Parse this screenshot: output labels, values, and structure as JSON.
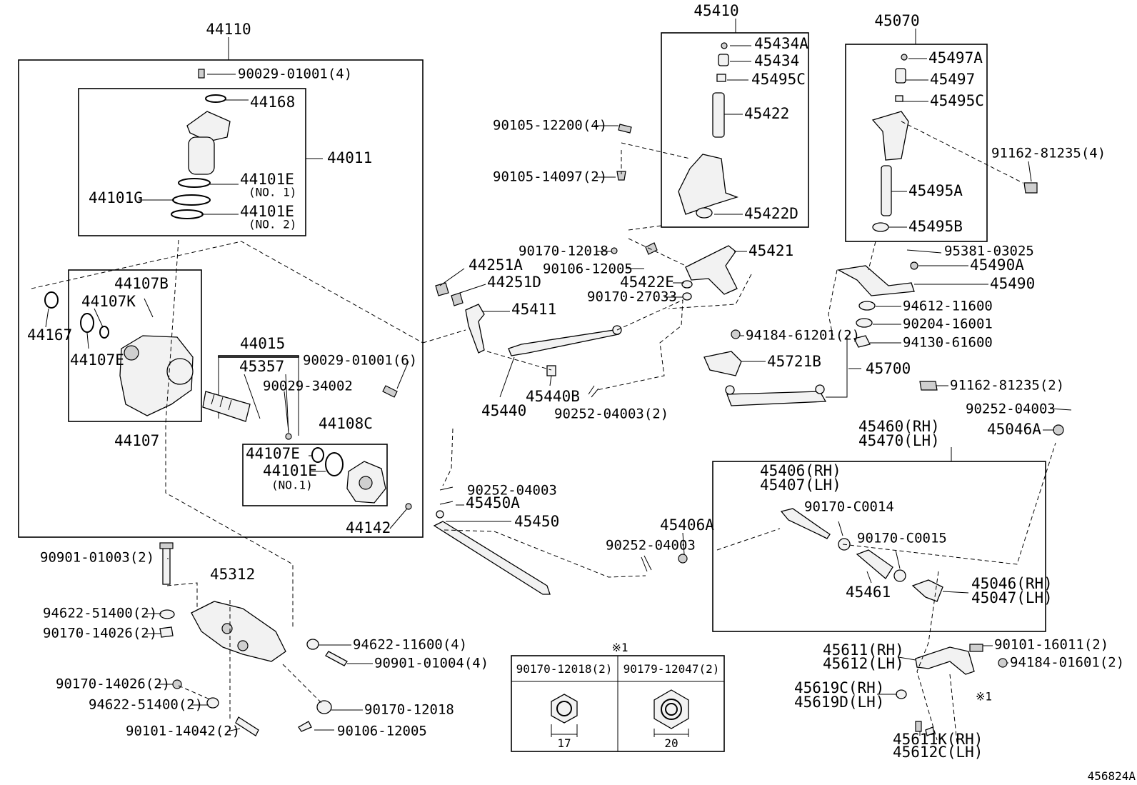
{
  "diagram": {
    "footer_code": "456824A",
    "labels": [
      {
        "t": "44110",
        "p": [
          320,
          42
        ],
        "s": "big"
      },
      {
        "t": "90029-01001(4)",
        "p": [
          333,
          104
        ]
      },
      {
        "t": "44168",
        "p": [
          350,
          144
        ],
        "s": "big"
      },
      {
        "t": "44011",
        "p": [
          458,
          222
        ],
        "s": "big"
      },
      {
        "t": "44101E",
        "p": [
          336,
          252
        ],
        "s": "big"
      },
      {
        "t": "(NO. 1)",
        "p": [
          348,
          270
        ],
        "s": "sm"
      },
      {
        "t": "44101G",
        "p": [
          124,
          278
        ],
        "s": "big"
      },
      {
        "t": "44101E",
        "p": [
          336,
          297
        ],
        "s": "big"
      },
      {
        "t": "(NO. 2)",
        "p": [
          348,
          315
        ],
        "s": "sm"
      },
      {
        "t": "44107B",
        "p": [
          160,
          398
        ],
        "s": "big"
      },
      {
        "t": "44107K",
        "p": [
          114,
          423
        ],
        "s": "big"
      },
      {
        "t": "44167",
        "p": [
          38,
          470
        ],
        "s": "big"
      },
      {
        "t": "44107E",
        "p": [
          98,
          505
        ],
        "s": "big"
      },
      {
        "t": "44107",
        "p": [
          160,
          618
        ],
        "s": "big"
      },
      {
        "t": "44015",
        "p": [
          336,
          482
        ],
        "s": "big"
      },
      {
        "t": "45357",
        "p": [
          335,
          514
        ],
        "s": "big"
      },
      {
        "t": "90029-01001(6)",
        "p": [
          424,
          505
        ]
      },
      {
        "t": "90029-34002",
        "p": [
          368,
          541
        ]
      },
      {
        "t": "44108C",
        "p": [
          446,
          594
        ],
        "s": "big"
      },
      {
        "t": "44107E",
        "p": [
          344,
          636
        ],
        "s": "big"
      },
      {
        "t": "44101E",
        "p": [
          368,
          660
        ],
        "s": "big"
      },
      {
        "t": "(NO.1)",
        "p": [
          380,
          680
        ],
        "s": "sm"
      },
      {
        "t": "44142",
        "p": [
          484,
          740
        ],
        "s": "big"
      },
      {
        "t": "45410",
        "p": [
          1003,
          16
        ],
        "s": "big"
      },
      {
        "t": "45434A",
        "p": [
          1056,
          62
        ],
        "s": "big"
      },
      {
        "t": "45434",
        "p": [
          1056,
          86
        ],
        "s": "big"
      },
      {
        "t": "45495C",
        "p": [
          1052,
          112
        ],
        "s": "big"
      },
      {
        "t": "45422",
        "p": [
          1042,
          160
        ],
        "s": "big"
      },
      {
        "t": "90105-12200(4)",
        "p": [
          690,
          176
        ]
      },
      {
        "t": "90105-14097(2)",
        "p": [
          690,
          248
        ]
      },
      {
        "t": "45422D",
        "p": [
          1042,
          300
        ],
        "s": "big"
      },
      {
        "t": "90170-12018",
        "p": [
          726,
          352
        ]
      },
      {
        "t": "90106-12005",
        "p": [
          760,
          377
        ]
      },
      {
        "t": "45421",
        "p": [
          1048,
          352
        ],
        "s": "big"
      },
      {
        "t": "45422E",
        "p": [
          868,
          396
        ],
        "s": "big"
      },
      {
        "t": "90170-27033",
        "p": [
          822,
          416
        ]
      },
      {
        "t": "44251A",
        "p": [
          656,
          372
        ],
        "s": "big"
      },
      {
        "t": "44251D",
        "p": [
          682,
          396
        ],
        "s": "big"
      },
      {
        "t": "45411",
        "p": [
          716,
          434
        ],
        "s": "big"
      },
      {
        "t": "45440B",
        "p": [
          736,
          556
        ],
        "s": "big"
      },
      {
        "t": "45440",
        "p": [
          674,
          576
        ],
        "s": "big"
      },
      {
        "t": "90252-04003(2)",
        "p": [
          776,
          580
        ]
      },
      {
        "t": "45070",
        "p": [
          1256,
          30
        ],
        "s": "big"
      },
      {
        "t": "45497A",
        "p": [
          1300,
          82
        ],
        "s": "big"
      },
      {
        "t": "45497",
        "p": [
          1302,
          112
        ],
        "s": "big"
      },
      {
        "t": "45495C",
        "p": [
          1302,
          142
        ],
        "s": "big"
      },
      {
        "t": "91162-81235(4)",
        "p": [
          1388,
          215
        ]
      },
      {
        "t": "45495A",
        "p": [
          1272,
          268
        ],
        "s": "big"
      },
      {
        "t": "45495B",
        "p": [
          1272,
          318
        ],
        "s": "big"
      },
      {
        "t": "95381-03025",
        "p": [
          1322,
          352
        ]
      },
      {
        "t": "45490A",
        "p": [
          1358,
          372
        ],
        "s": "big"
      },
      {
        "t": "45490",
        "p": [
          1386,
          398
        ],
        "s": "big"
      },
      {
        "t": "94612-11600",
        "p": [
          1264,
          429
        ]
      },
      {
        "t": "90204-16001",
        "p": [
          1264,
          454
        ]
      },
      {
        "t": "94130-61600",
        "p": [
          1264,
          480
        ]
      },
      {
        "t": "94184-61201(2)",
        "p": [
          1044,
          470
        ]
      },
      {
        "t": "45721B",
        "p": [
          1074,
          507
        ],
        "s": "big"
      },
      {
        "t": "45700",
        "p": [
          1212,
          517
        ],
        "s": "big"
      },
      {
        "t": "91162-81235(2)",
        "p": [
          1330,
          540
        ]
      },
      {
        "t": "90252-04003",
        "p": [
          1352,
          573
        ]
      },
      {
        "t": "45046A",
        "p": [
          1382,
          602
        ],
        "s": "big"
      },
      {
        "t": "45460(RH)",
        "p": [
          1202,
          598
        ],
        "s": "big"
      },
      {
        "t": "45470(LH)",
        "p": [
          1202,
          618
        ],
        "s": "big"
      },
      {
        "t": "45406(RH)",
        "p": [
          1064,
          660
        ],
        "s": "big"
      },
      {
        "t": "45407(LH)",
        "p": [
          1064,
          680
        ],
        "s": "big"
      },
      {
        "t": "90170-C0014",
        "p": [
          1126,
          710
        ]
      },
      {
        "t": "90170-C0015",
        "p": [
          1200,
          754
        ]
      },
      {
        "t": "45406A",
        "p": [
          924,
          736
        ],
        "s": "big"
      },
      {
        "t": "90252-04003",
        "p": [
          848,
          764
        ]
      },
      {
        "t": "45461",
        "p": [
          1184,
          830
        ],
        "s": "big"
      },
      {
        "t": "45046(RH)",
        "p": [
          1360,
          818
        ],
        "s": "big"
      },
      {
        "t": "45047(LH)",
        "p": [
          1360,
          838
        ],
        "s": "big"
      },
      {
        "t": "90252-04003",
        "p": [
          654,
          687
        ]
      },
      {
        "t": "45450A",
        "p": [
          652,
          705
        ],
        "s": "big"
      },
      {
        "t": "45450",
        "p": [
          720,
          731
        ],
        "s": "big"
      },
      {
        "t": "90901-01003(2)",
        "p": [
          56,
          781
        ]
      },
      {
        "t": "45312",
        "p": [
          294,
          805
        ],
        "s": "big"
      },
      {
        "t": "94622-51400(2)",
        "p": [
          60,
          859
        ]
      },
      {
        "t": "90170-14026(2)",
        "p": [
          60,
          887
        ]
      },
      {
        "t": "94622-11600(4)",
        "p": [
          494,
          903
        ]
      },
      {
        "t": "90901-01004(4)",
        "p": [
          524,
          929
        ]
      },
      {
        "t": "90170-14026(2)",
        "p": [
          78,
          958
        ]
      },
      {
        "t": "94622-51400(2)",
        "p": [
          124,
          987
        ]
      },
      {
        "t": "90170-12018",
        "p": [
          510,
          994
        ]
      },
      {
        "t": "90101-14042(2)",
        "p": [
          176,
          1024
        ]
      },
      {
        "t": "90106-12005",
        "p": [
          472,
          1024
        ]
      },
      {
        "t": "45611(RH)",
        "p": [
          1152,
          911
        ],
        "s": "big"
      },
      {
        "t": "45612(LH)",
        "p": [
          1152,
          930
        ],
        "s": "big"
      },
      {
        "t": "90101-16011(2)",
        "p": [
          1392,
          903
        ]
      },
      {
        "t": "94184-01601(2)",
        "p": [
          1414,
          928
        ]
      },
      {
        "t": "45619C(RH)",
        "p": [
          1112,
          964
        ],
        "s": "big"
      },
      {
        "t": "45619D(LH)",
        "p": [
          1112,
          984
        ],
        "s": "big"
      },
      {
        "t": "※1",
        "p": [
          1366,
          976
        ],
        "s": "sm"
      },
      {
        "t": "45611K(RH)",
        "p": [
          1250,
          1036
        ],
        "s": "big"
      },
      {
        "t": "45612C(LH)",
        "p": [
          1250,
          1054
        ],
        "s": "big"
      }
    ],
    "legend_table": {
      "marker": "※1",
      "columns": [
        "90170-12018(2)",
        "90179-12047(2)"
      ],
      "dims": [
        "17",
        "20"
      ]
    }
  }
}
